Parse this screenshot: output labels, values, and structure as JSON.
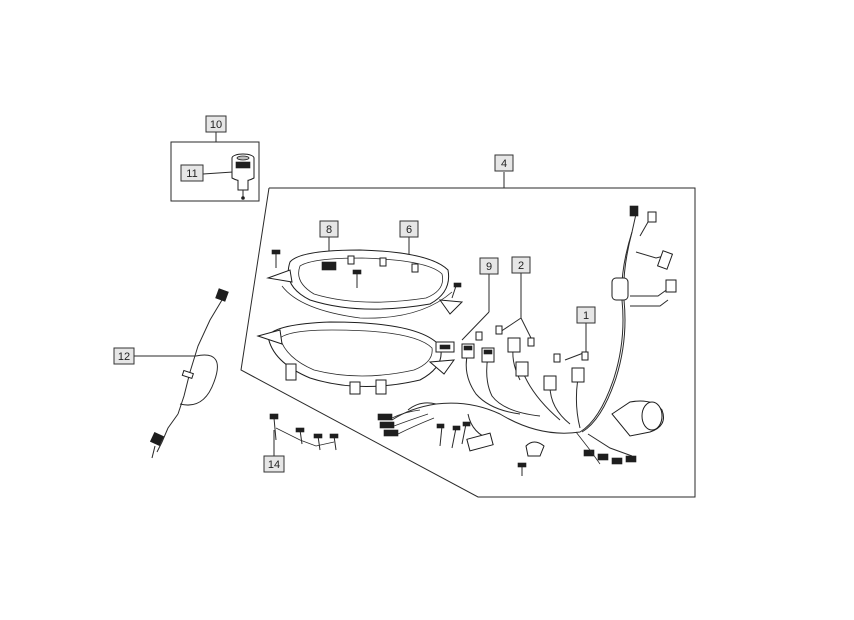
{
  "callouts": {
    "c1": "1",
    "c2": "2",
    "c4": "4",
    "c6": "6",
    "c8": "8",
    "c9": "9",
    "c10": "10",
    "c11": "11",
    "c12": "12",
    "c14": "14"
  }
}
